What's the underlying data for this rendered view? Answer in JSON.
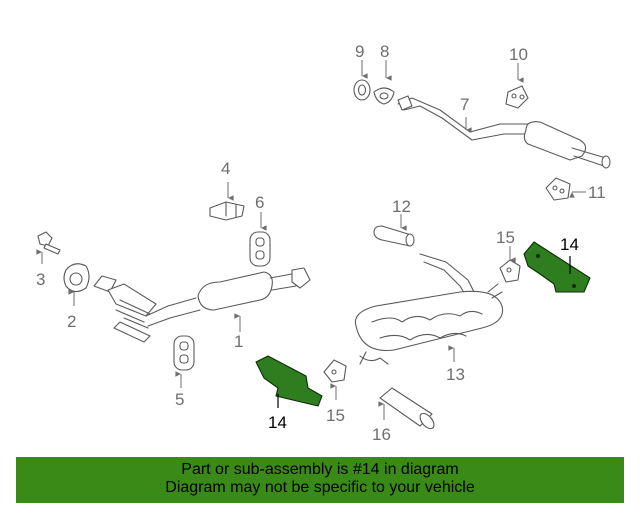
{
  "diagram": {
    "callouts": {
      "c1": "1",
      "c2": "2",
      "c3": "3",
      "c4": "4",
      "c5": "5",
      "c6": "6",
      "c7": "7",
      "c8": "8",
      "c9": "9",
      "c10": "10",
      "c11": "11",
      "c12": "12",
      "c13": "13",
      "c14a": "14",
      "c14b": "14",
      "c15a": "15",
      "c15b": "15",
      "c16": "16"
    },
    "highlighted_part": "14",
    "highlight_color": "#2e7d1e"
  },
  "banner": {
    "line1": "Part or sub-assembly is #14 in diagram",
    "line2": "Diagram may not be specific to your vehicle",
    "background": "#3a8a18"
  }
}
